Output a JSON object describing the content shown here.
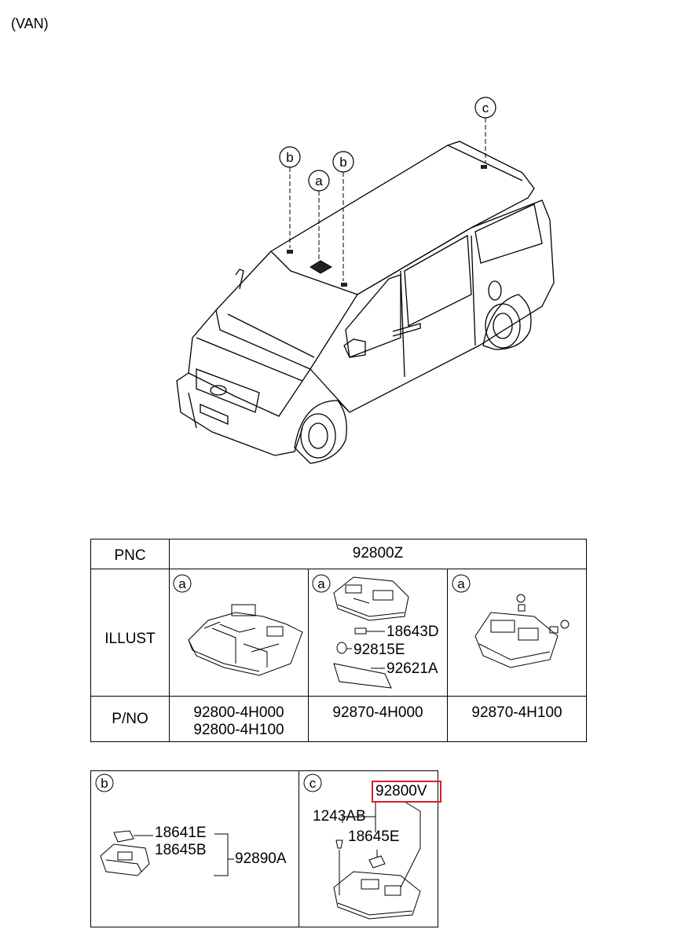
{
  "page": {
    "title": "(VAN)"
  },
  "callouts": {
    "a": "a",
    "b": "b",
    "c": "c"
  },
  "table": {
    "row_pnc_label": "PNC",
    "row_illust_label": "ILLUST",
    "row_pno_label": "P/NO",
    "pnc_value": "92800Z",
    "columns": [
      {
        "callout": "a",
        "part_numbers": [
          "92800-4H000",
          "92800-4H100"
        ],
        "parts": []
      },
      {
        "callout": "a",
        "part_numbers": [
          "92870-4H000"
        ],
        "parts": [
          "18643D",
          "92815E",
          "92621A"
        ]
      },
      {
        "callout": "a",
        "part_numbers": [
          "92870-4H100"
        ],
        "parts": []
      }
    ]
  },
  "detail_b": {
    "callout": "b",
    "parts": [
      "18641E",
      "18645B"
    ],
    "assembly": "92890A"
  },
  "detail_c": {
    "callout": "c",
    "assembly": "92800V",
    "parts": [
      "1243AB",
      "18645E"
    ]
  },
  "colors": {
    "highlight": "#d61f26",
    "line": "#000000"
  }
}
